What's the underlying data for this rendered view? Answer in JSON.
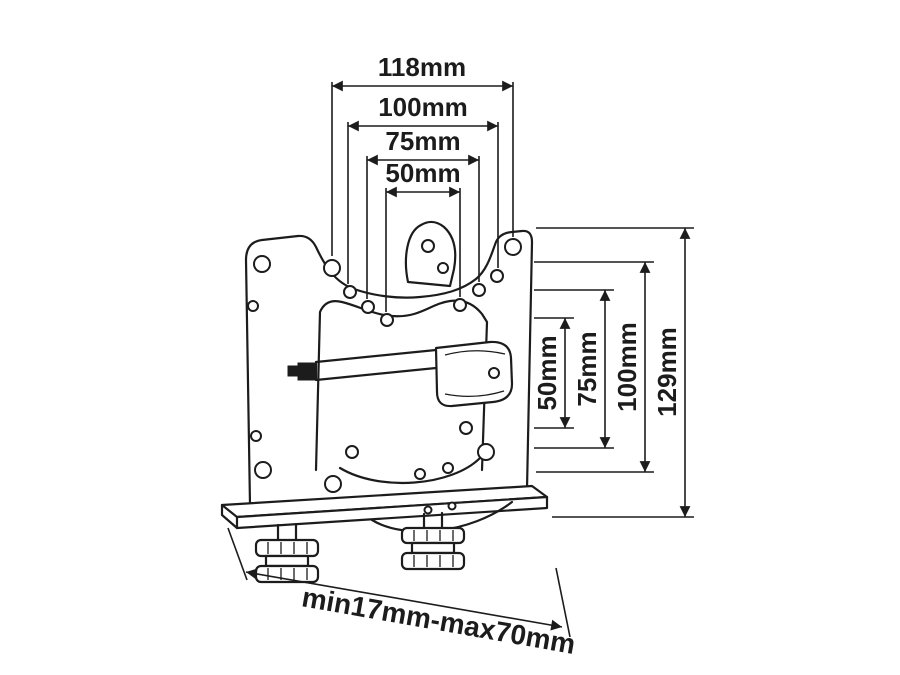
{
  "diagram": {
    "background": "#ffffff",
    "ink": "#1c1c1c"
  },
  "dimensions": {
    "top": [
      {
        "label": "118mm"
      },
      {
        "label": "100mm"
      },
      {
        "label": "75mm"
      },
      {
        "label": "50mm"
      }
    ],
    "right": [
      {
        "label": "50mm"
      },
      {
        "label": "75mm"
      },
      {
        "label": "100mm"
      },
      {
        "label": "129mm"
      }
    ],
    "bottom": {
      "label": "min17mm-max70mm"
    }
  }
}
